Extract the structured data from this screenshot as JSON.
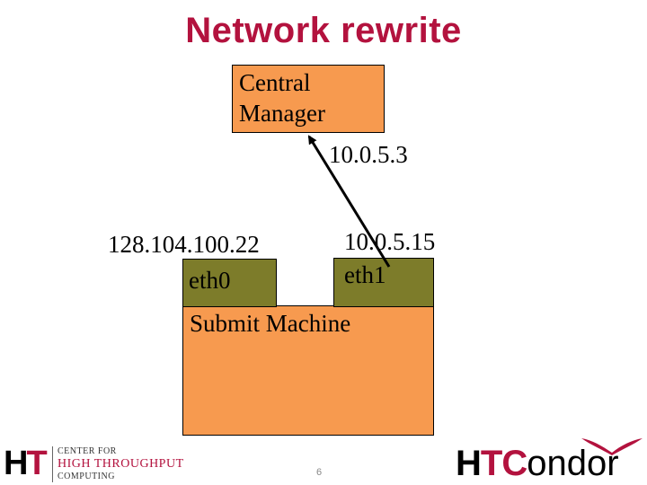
{
  "slide": {
    "title": "Network rewrite",
    "page_number": "6"
  },
  "diagram": {
    "central_manager": {
      "label": "Central\nManager",
      "ip": "10.0.5.3"
    },
    "submit_machine": {
      "label": "Submit Machine"
    },
    "interfaces": [
      {
        "name": "eth0",
        "ip": "128.104.100.22"
      },
      {
        "name": "eth1",
        "ip": "10.0.5.15"
      }
    ],
    "colors": {
      "machine": "#f79a4f",
      "interface": "#7d7c2a",
      "title": "#b3123e"
    }
  },
  "footer": {
    "left_logo": {
      "mark": "HT",
      "line1": "CENTER FOR",
      "line2": "HIGH THROUGHPUT",
      "line3": "COMPUTING"
    },
    "right_logo": {
      "text": "HTCondor",
      "icon": "condor-bird-icon"
    }
  }
}
